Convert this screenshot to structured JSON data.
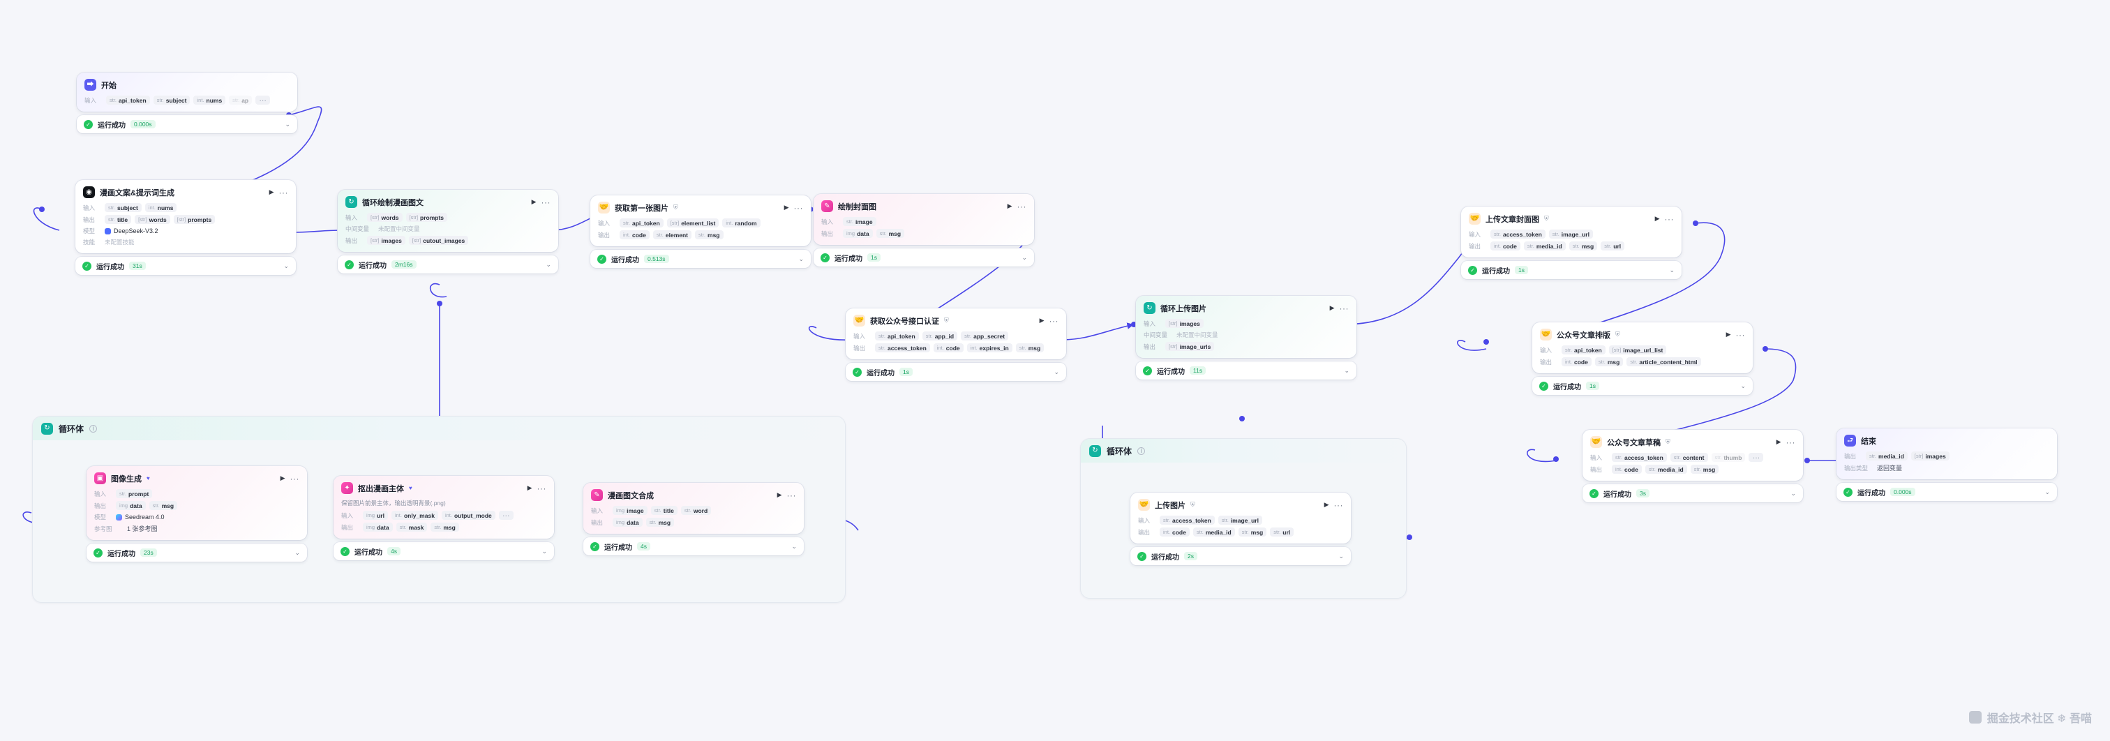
{
  "watermark": {
    "text": "掘金技术社区 ❄ 吾喵",
    "logo": "juejin-logo"
  },
  "labels": {
    "input": "输入",
    "output": "输出",
    "model": "模型",
    "skill": "技能",
    "midvar": "中间变量",
    "refimg": "参考图",
    "outtype": "输出类型",
    "success": "运行成功",
    "play": "run-icon",
    "more": "more-icon",
    "chevron": "chevron-down-icon"
  },
  "loops": [
    {
      "name": "loop-body-left",
      "title": "循环体",
      "info": "i"
    },
    {
      "name": "loop-body-right",
      "title": "循环体",
      "info": "i"
    }
  ],
  "nodes": [
    {
      "id": "start",
      "title": "开始",
      "icon": "start-icon",
      "icon_style": "purple",
      "tint": "purple",
      "has_play": false,
      "badge": "",
      "rows": [
        {
          "label": "输入",
          "chips": [
            {
              "t": "str.",
              "v": "api_token"
            },
            {
              "t": "str.",
              "v": "subject"
            },
            {
              "t": "int.",
              "v": "nums"
            },
            {
              "t": "str.",
              "v": "ap",
              "faded": true
            }
          ],
          "more": "…"
        }
      ],
      "status": {
        "text": "运行成功",
        "duration": "0.000s"
      }
    },
    {
      "id": "copy-gen",
      "title": "漫画文案&提示词生成",
      "icon": "ai-chat-icon",
      "icon_style": "dark",
      "tint": "white",
      "has_play": true,
      "badge": "",
      "rows": [
        {
          "label": "输入",
          "chips": [
            {
              "t": "str.",
              "v": "subject"
            },
            {
              "t": "int.",
              "v": "nums"
            }
          ]
        },
        {
          "label": "输出",
          "chips": [
            {
              "t": "str.",
              "v": "title"
            },
            {
              "t": "[str]",
              "v": "words"
            },
            {
              "t": "[str]",
              "v": "prompts"
            }
          ]
        },
        {
          "label": "模型",
          "model": "DeepSeek-V3.2",
          "model_style": "ds"
        },
        {
          "label": "技能",
          "plain_muted": "未配置技能"
        }
      ],
      "status": {
        "text": "运行成功",
        "duration": "31s"
      }
    },
    {
      "id": "loop-draw-comic",
      "title": "循环绘制漫画图文",
      "icon": "loop-icon",
      "icon_style": "teal",
      "tint": "teal",
      "has_play": true,
      "badge": "",
      "rows": [
        {
          "label": "输入",
          "chips": [
            {
              "t": "[str]",
              "v": "words"
            },
            {
              "t": "[str]",
              "v": "prompts"
            }
          ]
        },
        {
          "label": "中间变量",
          "wide": true,
          "plain_muted": "未配置中间变量"
        },
        {
          "label": "输出",
          "chips": [
            {
              "t": "[str]",
              "v": "images"
            },
            {
              "t": "[str]",
              "v": "cutout_images"
            }
          ]
        }
      ],
      "status": {
        "text": "运行成功",
        "duration": "2m16s"
      }
    },
    {
      "id": "get-first-image",
      "title": "获取第一张图片",
      "icon": "handshake-icon",
      "icon_style": "emoji",
      "tint": "white",
      "has_play": true,
      "badge": "plugin-icon",
      "rows": [
        {
          "label": "输入",
          "chips": [
            {
              "t": "str.",
              "v": "api_token"
            },
            {
              "t": "[str]",
              "v": "element_list"
            },
            {
              "t": "int.",
              "v": "random"
            }
          ]
        },
        {
          "label": "输出",
          "chips": [
            {
              "t": "int.",
              "v": "code"
            },
            {
              "t": "str.",
              "v": "element"
            },
            {
              "t": "str.",
              "v": "msg"
            }
          ]
        }
      ],
      "status": {
        "text": "运行成功",
        "duration": "0.513s"
      }
    },
    {
      "id": "draw-cover",
      "title": "绘制封面图",
      "icon": "image-edit-icon",
      "icon_style": "pink",
      "tint": "pink",
      "has_play": true,
      "badge": "",
      "rows": [
        {
          "label": "输入",
          "chips": [
            {
              "t": "str.",
              "v": "image"
            }
          ]
        },
        {
          "label": "输出",
          "chips": [
            {
              "t": "img",
              "v": "data"
            },
            {
              "t": "str.",
              "v": "msg"
            }
          ]
        }
      ],
      "status": {
        "text": "运行成功",
        "duration": "1s"
      }
    },
    {
      "id": "wechat-auth",
      "title": "获取公众号接口认证",
      "icon": "handshake-icon",
      "icon_style": "emoji",
      "tint": "white",
      "has_play": true,
      "badge": "plugin-icon",
      "rows": [
        {
          "label": "输入",
          "chips": [
            {
              "t": "str.",
              "v": "api_token"
            },
            {
              "t": "str.",
              "v": "app_id"
            },
            {
              "t": "str.",
              "v": "app_secret"
            }
          ]
        },
        {
          "label": "输出",
          "chips": [
            {
              "t": "str.",
              "v": "access_token"
            },
            {
              "t": "int.",
              "v": "code"
            },
            {
              "t": "int.",
              "v": "expires_in"
            },
            {
              "t": "str.",
              "v": "msg"
            }
          ]
        }
      ],
      "status": {
        "text": "运行成功",
        "duration": "1s"
      }
    },
    {
      "id": "loop-upload-image",
      "title": "循环上传图片",
      "icon": "loop-icon",
      "icon_style": "teal",
      "tint": "teal",
      "has_play": true,
      "badge": "",
      "rows": [
        {
          "label": "输入",
          "chips": [
            {
              "t": "[str]",
              "v": "images"
            }
          ]
        },
        {
          "label": "中间变量",
          "wide": true,
          "plain_muted": "未配置中间变量"
        },
        {
          "label": "输出",
          "chips": [
            {
              "t": "[str]",
              "v": "image_urls"
            }
          ]
        }
      ],
      "status": {
        "text": "运行成功",
        "duration": "11s"
      }
    },
    {
      "id": "upload-cover",
      "title": "上传文章封面图",
      "icon": "handshake-icon",
      "icon_style": "emoji",
      "tint": "white",
      "has_play": true,
      "badge": "plugin-icon",
      "rows": [
        {
          "label": "输入",
          "chips": [
            {
              "t": "str.",
              "v": "access_token"
            },
            {
              "t": "str.",
              "v": "image_url"
            }
          ]
        },
        {
          "label": "输出",
          "chips": [
            {
              "t": "int.",
              "v": "code"
            },
            {
              "t": "str.",
              "v": "media_id"
            },
            {
              "t": "str.",
              "v": "msg"
            },
            {
              "t": "str.",
              "v": "url"
            }
          ]
        }
      ],
      "status": {
        "text": "运行成功",
        "duration": "1s"
      }
    },
    {
      "id": "wechat-layout",
      "title": "公众号文章排版",
      "icon": "handshake-icon",
      "icon_style": "emoji",
      "tint": "white",
      "has_play": true,
      "badge": "plugin-icon",
      "rows": [
        {
          "label": "输入",
          "chips": [
            {
              "t": "str.",
              "v": "api_token"
            },
            {
              "t": "[str]",
              "v": "image_url_list"
            }
          ]
        },
        {
          "label": "输出",
          "chips": [
            {
              "t": "int.",
              "v": "code"
            },
            {
              "t": "str.",
              "v": "msg"
            },
            {
              "t": "str.",
              "v": "article_content_html"
            }
          ]
        }
      ],
      "status": {
        "text": "运行成功",
        "duration": "1s"
      }
    },
    {
      "id": "wechat-draft",
      "title": "公众号文章草稿",
      "icon": "handshake-icon",
      "icon_style": "emoji",
      "tint": "white",
      "has_play": true,
      "badge": "plugin-icon",
      "rows": [
        {
          "label": "输入",
          "chips": [
            {
              "t": "str.",
              "v": "access_token"
            },
            {
              "t": "str.",
              "v": "content"
            },
            {
              "t": "str.",
              "v": "thumb",
              "faded": true
            }
          ],
          "more": "…"
        },
        {
          "label": "输出",
          "chips": [
            {
              "t": "int.",
              "v": "code"
            },
            {
              "t": "str.",
              "v": "media_id"
            },
            {
              "t": "str.",
              "v": "msg"
            }
          ]
        }
      ],
      "status": {
        "text": "运行成功",
        "duration": "3s"
      }
    },
    {
      "id": "end",
      "title": "结束",
      "icon": "end-icon",
      "icon_style": "purple",
      "tint": "purple",
      "has_play": false,
      "badge": "",
      "rows": [
        {
          "label": "输出",
          "chips": [
            {
              "t": "str.",
              "v": "media_id"
            },
            {
              "t": "[str]",
              "v": "images"
            }
          ]
        },
        {
          "label": "输出类型",
          "wide": true,
          "plain": "返回变量"
        }
      ],
      "status": {
        "text": "运行成功",
        "duration": "0.000s"
      }
    },
    {
      "id": "image-gen",
      "title": "图像生成",
      "icon": "image-gen-icon",
      "icon_style": "pink",
      "tint": "pink",
      "has_play": true,
      "badge": "",
      "star": true,
      "rows": [
        {
          "label": "输入",
          "chips": [
            {
              "t": "str.",
              "v": "prompt"
            }
          ]
        },
        {
          "label": "输出",
          "chips": [
            {
              "t": "img",
              "v": "data"
            },
            {
              "t": "str.",
              "v": "msg"
            }
          ]
        },
        {
          "label": "模型",
          "model": "Seedream 4.0",
          "model_style": "sd"
        },
        {
          "label": "参考图",
          "wide": true,
          "plain": "1 张参考图"
        }
      ],
      "status": {
        "text": "运行成功",
        "duration": "23s"
      }
    },
    {
      "id": "cutout-subject",
      "title": "抠出漫画主体",
      "icon": "magic-icon",
      "icon_style": "pink",
      "tint": "pink",
      "has_play": true,
      "badge": "",
      "star": true,
      "desc": "保留图片前景主体，输出透明背景(.png)",
      "rows": [
        {
          "label": "输入",
          "chips": [
            {
              "t": "img",
              "v": "url"
            },
            {
              "t": "int.",
              "v": "only_mask"
            },
            {
              "t": "int.",
              "v": "output_mode"
            }
          ],
          "more": "…"
        },
        {
          "label": "输出",
          "chips": [
            {
              "t": "img",
              "v": "data"
            },
            {
              "t": "str.",
              "v": "mask"
            },
            {
              "t": "str.",
              "v": "msg"
            }
          ]
        }
      ],
      "status": {
        "text": "运行成功",
        "duration": "4s"
      }
    },
    {
      "id": "comic-compose",
      "title": "漫画图文合成",
      "icon": "image-edit-icon",
      "icon_style": "pink",
      "tint": "pink",
      "has_play": true,
      "badge": "",
      "rows": [
        {
          "label": "输入",
          "chips": [
            {
              "t": "img",
              "v": "image"
            },
            {
              "t": "str.",
              "v": "title"
            },
            {
              "t": "str.",
              "v": "word"
            }
          ]
        },
        {
          "label": "输出",
          "chips": [
            {
              "t": "img",
              "v": "data"
            },
            {
              "t": "str.",
              "v": "msg"
            }
          ]
        }
      ],
      "status": {
        "text": "运行成功",
        "duration": "4s"
      }
    },
    {
      "id": "upload-image",
      "title": "上传图片",
      "icon": "handshake-icon",
      "icon_style": "emoji",
      "tint": "white",
      "has_play": true,
      "badge": "plugin-icon",
      "rows": [
        {
          "label": "输入",
          "chips": [
            {
              "t": "str.",
              "v": "access_token"
            },
            {
              "t": "str.",
              "v": "image_url"
            }
          ]
        },
        {
          "label": "输出",
          "chips": [
            {
              "t": "int.",
              "v": "code"
            },
            {
              "t": "str.",
              "v": "media_id"
            },
            {
              "t": "str.",
              "v": "msg"
            },
            {
              "t": "str.",
              "v": "url"
            }
          ]
        }
      ],
      "status": {
        "text": "运行成功",
        "duration": "2s"
      }
    }
  ]
}
